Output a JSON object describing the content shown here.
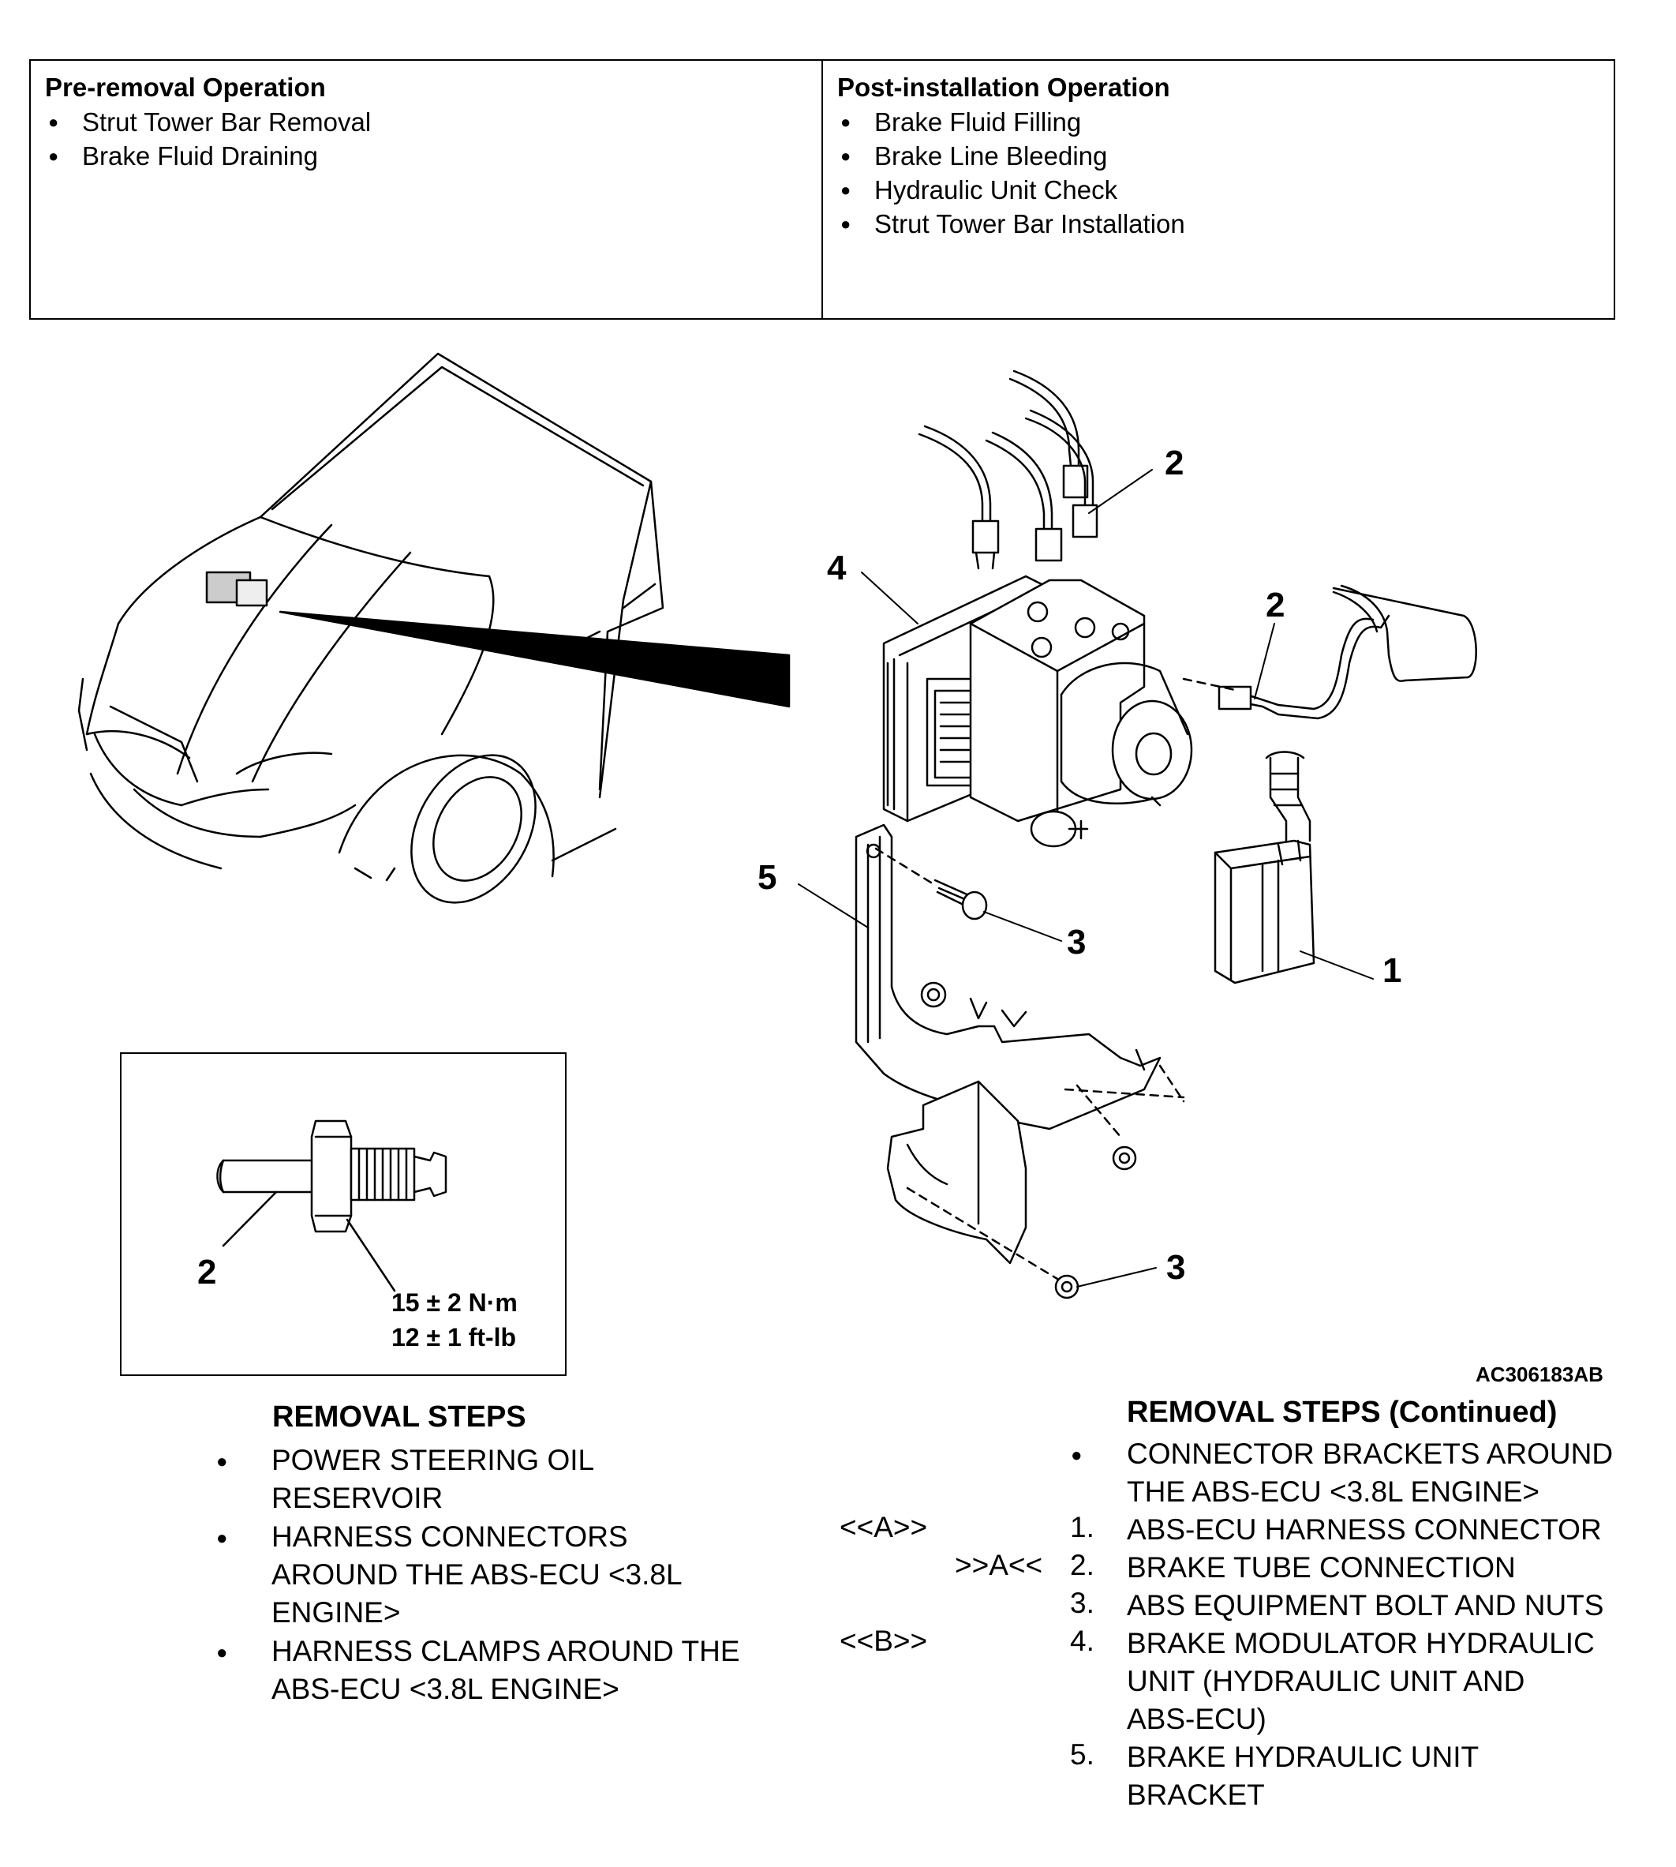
{
  "pre_removal": {
    "title": "Pre-removal Operation",
    "items": [
      "Strut Tower Bar Removal",
      "Brake Fluid Draining"
    ]
  },
  "post_installation": {
    "title": "Post-installation Operation",
    "items": [
      "Brake Fluid Filling",
      "Brake Line Bleeding",
      "Hydraulic Unit Check",
      "Strut Tower Bar Installation"
    ]
  },
  "callouts": {
    "c1": "1",
    "c2a": "2",
    "c2b": "2",
    "c3a": "3",
    "c3b": "3",
    "c4": "4",
    "c5": "5"
  },
  "inset": {
    "callout": "2",
    "torque_nm": "15 ± 2 N·m",
    "torque_ftlb": "12 ± 1 ft-lb"
  },
  "art_code": "AC306183AB",
  "removal_steps": {
    "title": "REMOVAL STEPS",
    "bullets": [
      [
        "POWER STEERING OIL",
        "RESERVOIR"
      ],
      [
        "HARNESS CONNECTORS",
        "AROUND THE ABS-ECU <3.8L",
        "ENGINE>"
      ],
      [
        "HARNESS CLAMPS AROUND THE",
        "ABS-ECU <3.8L ENGINE>"
      ]
    ]
  },
  "removal_steps_continued": {
    "title": "REMOVAL STEPS (Continued)",
    "bullet": [
      "CONNECTOR BRACKETS AROUND",
      "THE ABS-ECU <3.8L ENGINE>"
    ],
    "steps": [
      {
        "mark_removal": "<<A>>",
        "mark_install": "",
        "num": "1.",
        "lines": [
          "ABS-ECU HARNESS CONNECTOR"
        ]
      },
      {
        "mark_removal": "",
        "mark_install": ">>A<<",
        "num": "2.",
        "lines": [
          "BRAKE TUBE CONNECTION"
        ]
      },
      {
        "mark_removal": "",
        "mark_install": "",
        "num": "3.",
        "lines": [
          "ABS EQUIPMENT BOLT AND NUTS"
        ]
      },
      {
        "mark_removal": "<<B>>",
        "mark_install": "",
        "num": "4.",
        "lines": [
          "BRAKE MODULATOR HYDRAULIC",
          "UNIT (HYDRAULIC UNIT AND",
          "ABS-ECU)"
        ]
      },
      {
        "mark_removal": "",
        "mark_install": "",
        "num": "5.",
        "lines": [
          "BRAKE HYDRAULIC UNIT",
          "BRACKET"
        ]
      }
    ]
  }
}
